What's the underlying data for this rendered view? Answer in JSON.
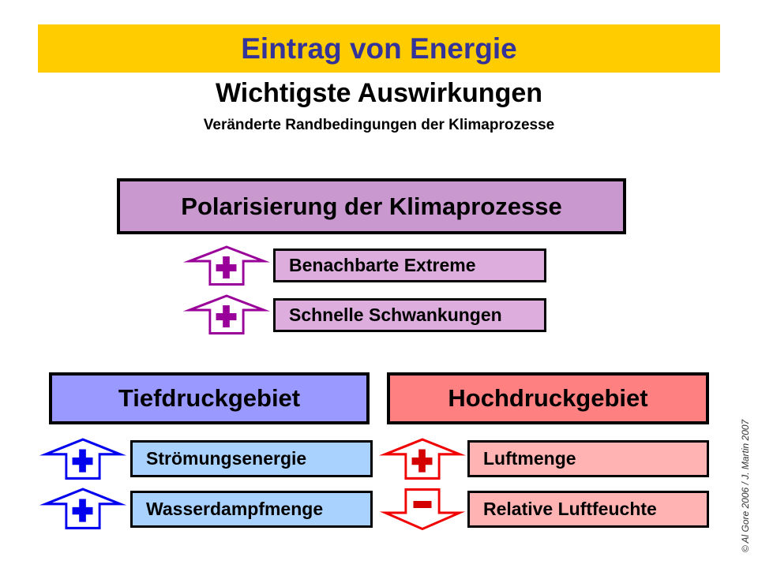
{
  "colors": {
    "band-yellow": "#FFCC00",
    "band-title": "#333399",
    "polar-fill": "#C998CE",
    "polar-item-fill": "#DDAEDD",
    "arrow-purple": "#990099",
    "tief-fill": "#9999FF",
    "blue-item-fill": "#AAD2FF",
    "arrow-blue": "#0000EE",
    "hoch-fill": "#FF8080",
    "pink-item-fill": "#FFB3B3",
    "arrow-red": "#F00000",
    "arrow-red-sign": "#D40000",
    "copyright-gray": "#333333"
  },
  "header": {
    "banner_title": "Eintrag von Energie",
    "heading": "Wichtigste Auswirkungen",
    "subheading": "Veränderte Randbedingungen der Klimaprozesse"
  },
  "sections": {
    "polarisierung": {
      "title": "Polarisierung der Klimaprozesse",
      "items": [
        {
          "sign": "+",
          "trend": "up",
          "label": "Benachbarte Extreme"
        },
        {
          "sign": "+",
          "trend": "up",
          "label": "Schnelle Schwankungen"
        }
      ]
    },
    "tiefdruck": {
      "title": "Tiefdruckgebiet",
      "items": [
        {
          "sign": "+",
          "trend": "up",
          "label": "Strömungsenergie"
        },
        {
          "sign": "+",
          "trend": "up",
          "label": "Wasserdampfmenge"
        }
      ]
    },
    "hochdruck": {
      "title": "Hochdruckgebiet",
      "items": [
        {
          "sign": "+",
          "trend": "up",
          "label": "Luftmenge"
        },
        {
          "sign": "-",
          "trend": "down",
          "label": "Relative Luftfeuchte"
        }
      ]
    }
  },
  "footer": {
    "copyright": "© Al Gore 2006 / J. Martin 2007"
  }
}
